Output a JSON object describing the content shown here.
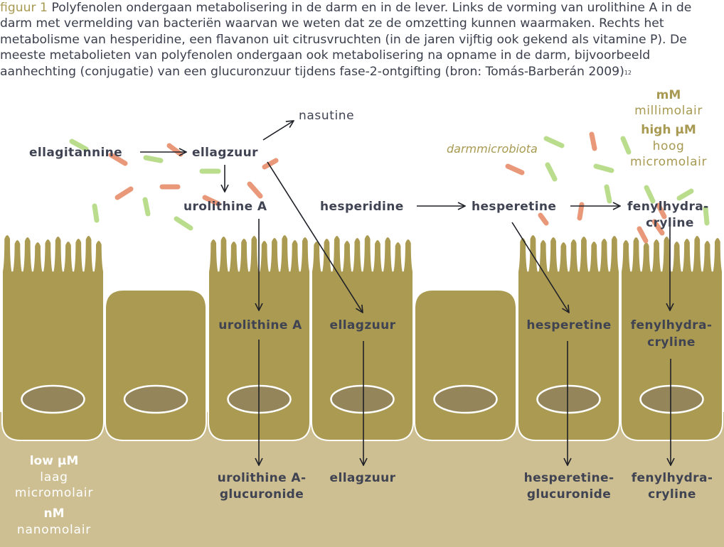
{
  "caption": {
    "figure_label": "figuur 1",
    "text": " Polyfenolen ondergaan metabolisering in de darm en in de lever. Links de vorming van urolithine A in de darm met vermelding van bacteriën waarvan we weten dat ze de omzetting kunnen waarmaken. Rechts het metabolisme van hesperidine, een flavanon uit citrusvruchten (in de jaren vijftig ook gekend als vitamine P). De meeste metabolieten van polyfenolen ondergaan ook metabolisering na opname in de darm, bijvoorbeeld aanhechting (conjugatie) van een glucuronzuur tijdens fase-2-ontgifting (bron: Tomás-Barberán 2009)",
    "footnote": "12"
  },
  "colors": {
    "cell": "#ab9a52",
    "cell_edge": "#ffffff",
    "blood": "#cdbf92",
    "nucleus": "#94855a",
    "bacteria_green": "#b9dd8c",
    "bacteria_red": "#e99879",
    "olive_text": "#a89a52"
  },
  "labels": {
    "ellagitannine": "ellagitannine",
    "ellagzuur_top": "ellagzuur",
    "nasutine": "nasutine",
    "urolithine_a_top": "urolithine A",
    "hesperidine": "hesperidine",
    "hesperetine_top": "hesperetine",
    "fenylhydra_top_1": "fenylhydra-",
    "fenylhydra_top_2": "cryline",
    "darmmicrobiota": "darmmicrobiota",
    "urolithine_a_cell": "urolithine A",
    "ellagzuur_cell": "ellagzuur",
    "hesperetine_cell": "hesperetine",
    "fenylhydra_cell_1": "fenylhydra-",
    "fenylhydra_cell_2": "cryline",
    "urolithine_glu_1": "urolithine A-",
    "urolithine_glu_2": "glucuronide",
    "ellagzuur_bottom": "ellagzuur",
    "hesperetine_glu_1": "hesperetine-",
    "hesperetine_glu_2": "glucuronide",
    "fenylhydra_bottom_1": "fenylhydra-",
    "fenylhydra_bottom_2": "cryline"
  },
  "legend_top": {
    "mm_bold": "mM",
    "mm_text": "millimolair",
    "high_bold": "high µM",
    "high_text_1": "hoog",
    "high_text_2": "micromolair"
  },
  "legend_bottom": {
    "low_bold": "low µM",
    "low_text_1": "laag",
    "low_text_2": "micromolair",
    "nm_bold": "nM",
    "nm_text": "nanomolair"
  }
}
